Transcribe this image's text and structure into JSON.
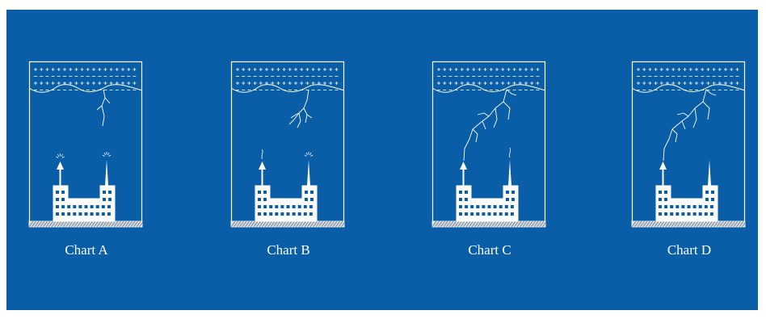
{
  "colors": {
    "background": "#0a5ea8",
    "line": "#ffffff",
    "ground": "#d0d8e0"
  },
  "panels": [
    {
      "label": "Chart A",
      "lightning": "leader_short",
      "left_chimney": "streamer_sparks",
      "right_chimney": "streamer_sparks"
    },
    {
      "label": "Chart B",
      "lightning": "branched_short",
      "left_chimney": "wisp",
      "right_chimney": "streamer_sparks"
    },
    {
      "label": "Chart C",
      "lightning": "reaches_left_chimney",
      "left_chimney": "connected",
      "right_chimney": "wisp"
    },
    {
      "label": "Chart D",
      "lightning": "reaches_left_chimney",
      "left_chimney": "connected",
      "right_chimney": "none"
    }
  ]
}
